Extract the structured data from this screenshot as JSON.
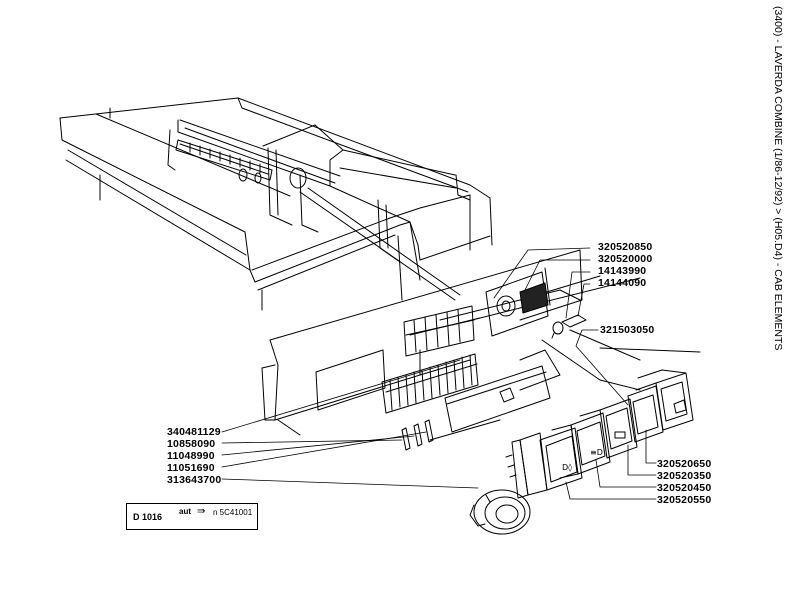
{
  "title": "(3400) - LAVERDA COMBINE (1/86-12/92) > (H05.D4) - CAB ELEMENTS",
  "parts": {
    "p320520850": "320520850",
    "p320520000": "320520000",
    "p14143990": "14143990",
    "p14144090": "14144090",
    "p321503050": "321503050",
    "p340481129": "340481129",
    "p10858090": "10858090",
    "p11048990": "11048990",
    "p11051690": "11051690",
    "p313643700": "313643700",
    "p320520650": "320520650",
    "p320520350": "320520350",
    "p320520450": "320520450",
    "p320520550": "320520550"
  },
  "reference": {
    "code": "D 1016",
    "aut": "aut",
    "arrow_icon": "double-arrow-icon",
    "serial": "n 5C41001"
  }
}
